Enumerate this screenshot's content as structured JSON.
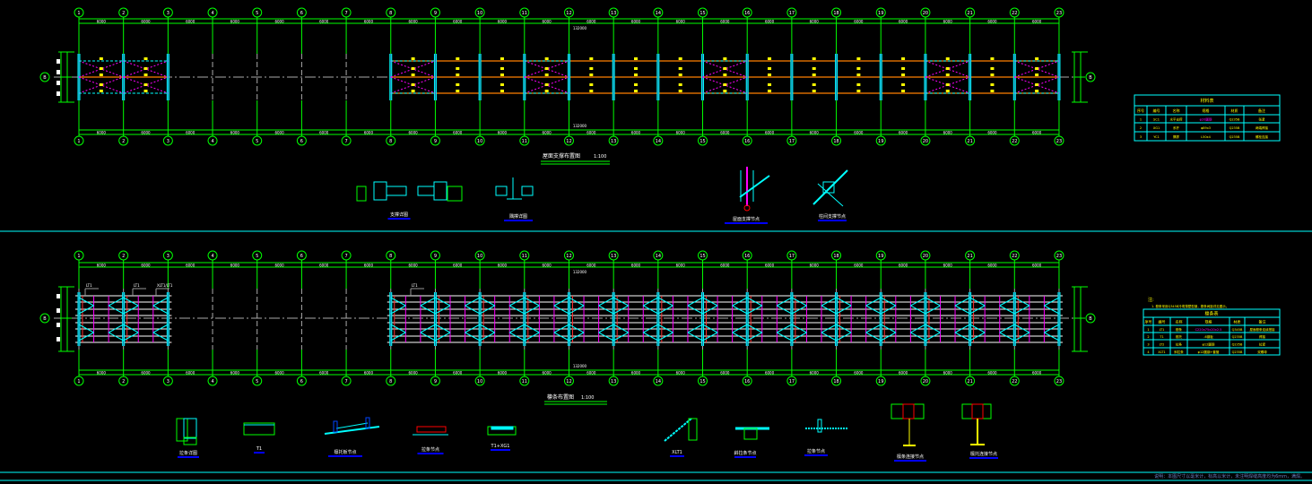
{
  "colors": {
    "background": "#000000",
    "axis": "#00ff00",
    "frame": "#00ffff",
    "bracing": "#ff00ff",
    "purlin": "#ffffff",
    "tie": "#ff8000",
    "text": "#ffffff",
    "table_text": "#ffff00",
    "underline": "#0000ff"
  },
  "axes": [
    "1",
    "2",
    "3",
    "4",
    "5",
    "6",
    "7",
    "8",
    "9",
    "10",
    "11",
    "12",
    "13",
    "14",
    "15",
    "16",
    "17",
    "18",
    "19",
    "20",
    "21",
    "22",
    "23"
  ],
  "row_axis": "B",
  "bay_dims": [
    "6000",
    "6000",
    "6000",
    "6000",
    "6000",
    "6000",
    "6000",
    "6000",
    "6000",
    "6000",
    "6000",
    "6000",
    "6000",
    "6000",
    "6000",
    "6000",
    "6000",
    "6000",
    "6000",
    "6000",
    "6000",
    "6000"
  ],
  "total_dim": "132000",
  "side_dims": [
    "1500",
    "6000",
    "6000",
    "1500"
  ],
  "plans": [
    {
      "title": "屋面支撑布置图",
      "scale": "1:100"
    },
    {
      "title": "檩条布置图",
      "scale": "1:100"
    }
  ],
  "purlin_tags": [
    "LT1",
    "LT1",
    "XLT1/LT1",
    "LT1"
  ],
  "details_top": [
    "支撑详图",
    "隅撑详图",
    "屋面支撑节点",
    "柱间支撑节点"
  ],
  "details_bottom": [
    "拉条详图",
    "T1",
    "檩托板节点",
    "拉条节点",
    "T1+XG1",
    "XLT1",
    "斜拉条节点",
    "拉条节点",
    "檩条连接节点",
    "檩托连接节点"
  ],
  "table1": {
    "title": "材料表",
    "headers": [
      "序号",
      "编号",
      "名称",
      "规格",
      "材质",
      "备注"
    ],
    "rows": [
      [
        "1",
        "SC1",
        "水平支撑",
        "φ20圆钢",
        "Q235B",
        "张紧"
      ],
      [
        "2",
        "XG1",
        "系杆",
        "φ89x3",
        "Q235B",
        "两端焊接"
      ],
      [
        "3",
        "YC1",
        "隅撑",
        "L50x4",
        "Q235B",
        "螺栓连接"
      ]
    ]
  },
  "table2": {
    "note_head": "注:",
    "note": "1. 檩条采用Q345B冷弯薄壁型钢，檩条间距详见图示。",
    "title": "檩条表",
    "headers": [
      "序号",
      "编号",
      "名称",
      "规格",
      "材质",
      "备注"
    ],
    "rows": [
      [
        "1",
        "LT1",
        "檩条",
        "C220x75x20x2.5",
        "Q345B",
        "屋面檩条连续搭接"
      ],
      [
        "2",
        "T1",
        "檩托",
        "-6钢板",
        "Q235B",
        "焊接"
      ],
      [
        "3",
        "LT2",
        "拉条",
        "φ12圆钢",
        "Q235B",
        "拉紧"
      ],
      [
        "4",
        "XLT1",
        "斜拉条",
        "φ12圆钢+套管",
        "Q235B",
        "双螺母"
      ]
    ]
  },
  "footer_note": "说明：本图尺寸以毫米计，标高以米计，未注明焊缝高度均为6mm，满焊。"
}
